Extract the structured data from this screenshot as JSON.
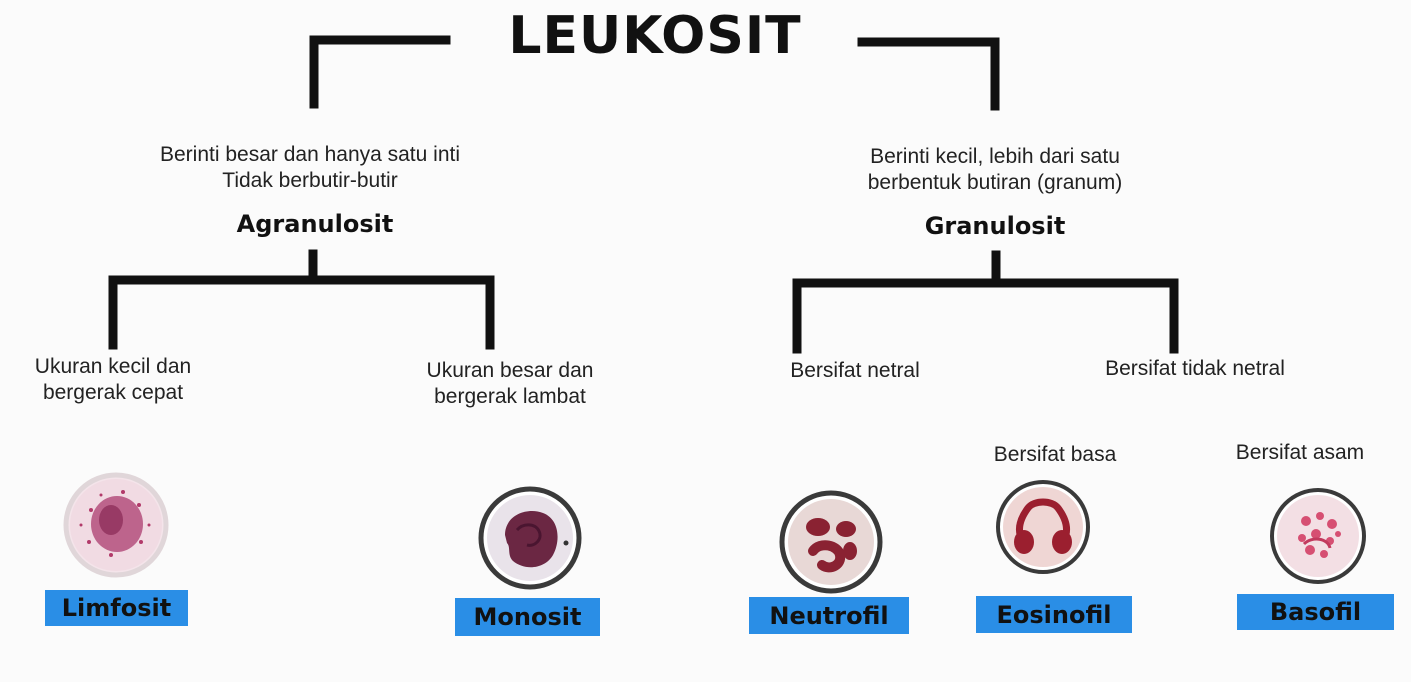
{
  "title": "LEUKOSIT",
  "agranulosit": {
    "desc_line1": "Berinti besar dan hanya satu inti",
    "desc_line2": "Tidak berbutir-butir",
    "name": "Agranulosit",
    "left_desc_line1": "Ukuran kecil dan",
    "left_desc_line2": "bergerak cepat",
    "right_desc_line1": "Ukuran besar dan",
    "right_desc_line2": "bergerak lambat"
  },
  "granulosit": {
    "desc_line1": "Berinti kecil, lebih dari satu",
    "desc_line2": "berbentuk butiran (granum)",
    "name": "Granulosit",
    "left_desc": "Bersifat netral",
    "right_desc": "Bersifat tidak netral",
    "eos_desc": "Bersifat basa",
    "baso_desc": "Bersifat asam"
  },
  "cells": {
    "limfosit": "Limfosit",
    "monosit": "Monosit",
    "neutrofil": "Neutrofil",
    "eosinofil": "Eosinofil",
    "basofil": "Basofil"
  },
  "colors": {
    "label_bg": "#2a8ee6",
    "line": "#111111",
    "nucleus_dark": "#7a1f3c",
    "cell_ring": "#e8dfe2"
  }
}
